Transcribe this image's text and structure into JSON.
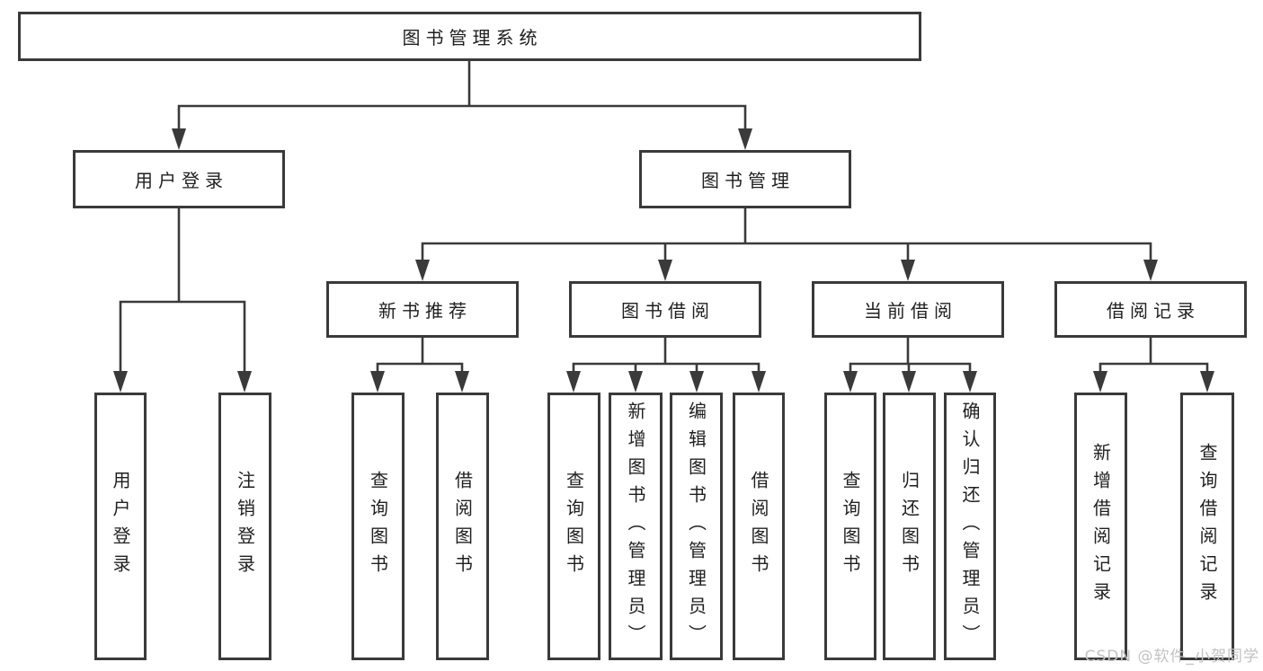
{
  "tree": {
    "label": "图书管理系统",
    "children": [
      {
        "label": "用户登录",
        "children": [
          {
            "label": "用户登录"
          },
          {
            "label": "注销登录"
          }
        ]
      },
      {
        "label": "图书管理",
        "children": [
          {
            "label": "新书推荐",
            "children": [
              {
                "label": "查询图书"
              },
              {
                "label": "借阅图书"
              }
            ]
          },
          {
            "label": "图书借阅",
            "children": [
              {
                "label": "查询图书"
              },
              {
                "label": "新增图书（管理员）"
              },
              {
                "label": "编辑图书（管理员）"
              },
              {
                "label": "借阅图书"
              }
            ]
          },
          {
            "label": "当前借阅",
            "children": [
              {
                "label": "查询图书"
              },
              {
                "label": "归还图书"
              },
              {
                "label": "确认归还（管理员）"
              }
            ]
          },
          {
            "label": "借阅记录",
            "children": [
              {
                "label": "新增借阅记录"
              },
              {
                "label": "查询借阅记录"
              }
            ]
          }
        ]
      }
    ]
  },
  "watermark": {
    "text": "CSDN @软件_小贺同学"
  },
  "colors": {
    "line": "#3a3a3a",
    "ink": "#1f1f1f",
    "watermark": "#c2c2c2",
    "background": "#ffffff"
  }
}
